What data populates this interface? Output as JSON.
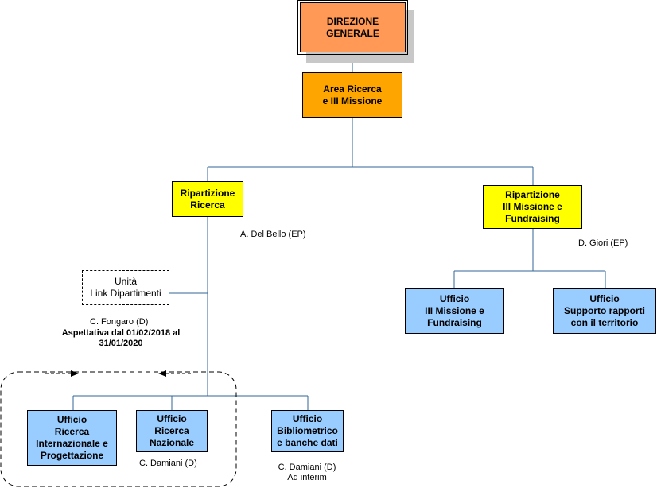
{
  "nodes": {
    "direzione": "DIREZIONE\nGENERALE",
    "area": "Area Ricerca\ne III Missione",
    "rip_ricerca": "Ripartizione\nRicerca",
    "rip_missione": "Ripartizione\nIII Missione e\nFundraising",
    "unita_link": "Unità\nLink Dipartimenti",
    "uff_internazionale": "Ufficio\nRicerca\nInternazionale e\nProgettazione",
    "uff_nazionale": "Ufficio\nRicerca\nNazionale",
    "uff_bibliometrico": "Ufficio\nBibliometrico\ne banche dati",
    "uff_missione": "Ufficio\nIII Missione e\nFundraising",
    "uff_supporto": "Ufficio\nSupporto rapporti\ncon il territorio"
  },
  "notes": {
    "del_bello": "A. Del Bello (EP)",
    "giori": "D. Giori (EP)",
    "fongaro": "C. Fongaro (D)",
    "aspettativa": "Aspettativa  dal 01/02/2018 al\n31/01/2020",
    "damiani_1": "C. Damiani (D)",
    "damiani_2": "C. Damiani (D)\nAd interim"
  },
  "colors": {
    "direzione": "#ff9955",
    "area": "#ffa500",
    "ripartizione": "#ffff00",
    "ufficio": "#99ccff",
    "connector": "#336699"
  }
}
